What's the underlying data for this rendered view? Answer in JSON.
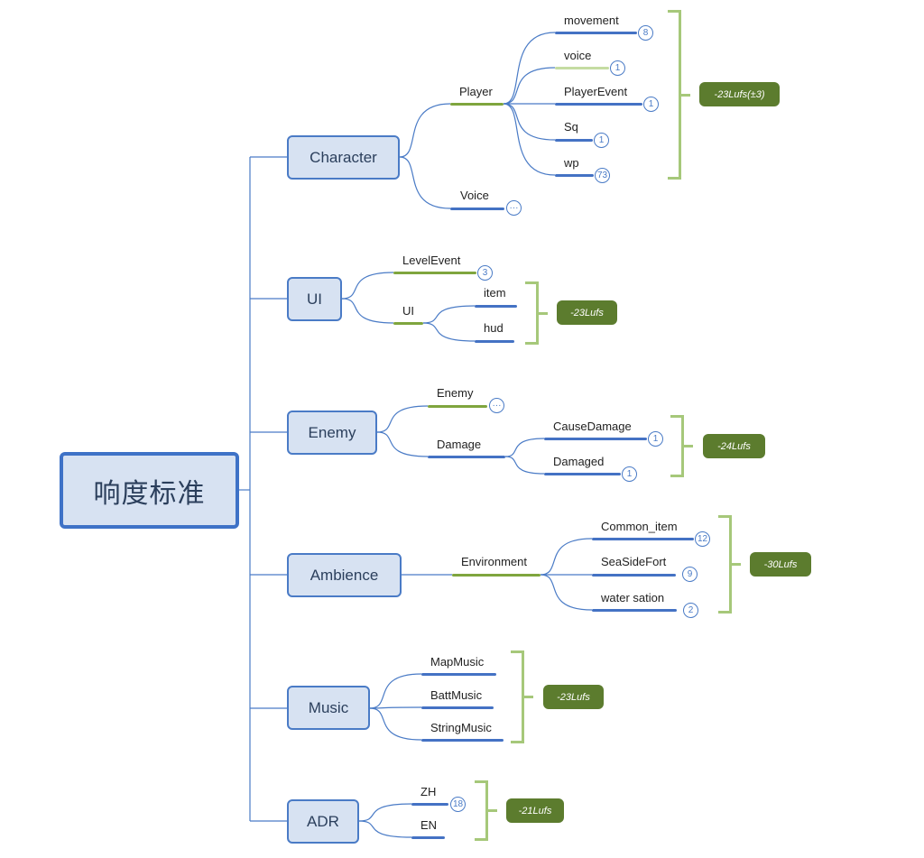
{
  "colors": {
    "wire": "#4a7bc6",
    "blue_bar": "#4472c4",
    "green_bar": "#7fa53e",
    "light_green_bar": "#c5dca2",
    "tag_bg": "#5c7c2e",
    "brace": "#a6c87a"
  },
  "root": {
    "label": "响度标准"
  },
  "categories": [
    {
      "label": "Character",
      "children": [
        {
          "label": "Player",
          "children": [
            {
              "label": "movement",
              "badge": "8"
            },
            {
              "label": "voice",
              "badge": "1"
            },
            {
              "label": "PlayerEvent",
              "badge": "1"
            },
            {
              "label": "Sq",
              "badge": "1"
            },
            {
              "label": "wp",
              "badge": "73"
            }
          ],
          "standard": "-23Lufs(±3)"
        },
        {
          "label": "Voice",
          "badge": "···"
        }
      ]
    },
    {
      "label": "UI",
      "children": [
        {
          "label": "LevelEvent",
          "badge": "3"
        },
        {
          "label": "UI",
          "children": [
            {
              "label": "item"
            },
            {
              "label": "hud"
            }
          ],
          "standard": "-23Lufs"
        }
      ]
    },
    {
      "label": "Enemy",
      "children": [
        {
          "label": "Enemy",
          "badge": "···"
        },
        {
          "label": "Damage",
          "children": [
            {
              "label": "CauseDamage",
              "badge": "1"
            },
            {
              "label": "Damaged",
              "badge": "1"
            }
          ],
          "standard": "-24Lufs"
        }
      ]
    },
    {
      "label": "Ambience",
      "children": [
        {
          "label": "Environment",
          "children": [
            {
              "label": "Common_item",
              "badge": "12"
            },
            {
              "label": "SeaSideFort",
              "badge": "9"
            },
            {
              "label": "water sation",
              "badge": "2"
            }
          ],
          "standard": "-30Lufs"
        }
      ]
    },
    {
      "label": "Music",
      "children": [
        {
          "label": "MapMusic"
        },
        {
          "label": "BattMusic"
        },
        {
          "label": "StringMusic"
        }
      ],
      "standard": "-23Lufs"
    },
    {
      "label": "ADR",
      "children": [
        {
          "label": "ZH",
          "badge": "18"
        },
        {
          "label": "EN"
        }
      ],
      "standard": "-21Lufs"
    }
  ]
}
